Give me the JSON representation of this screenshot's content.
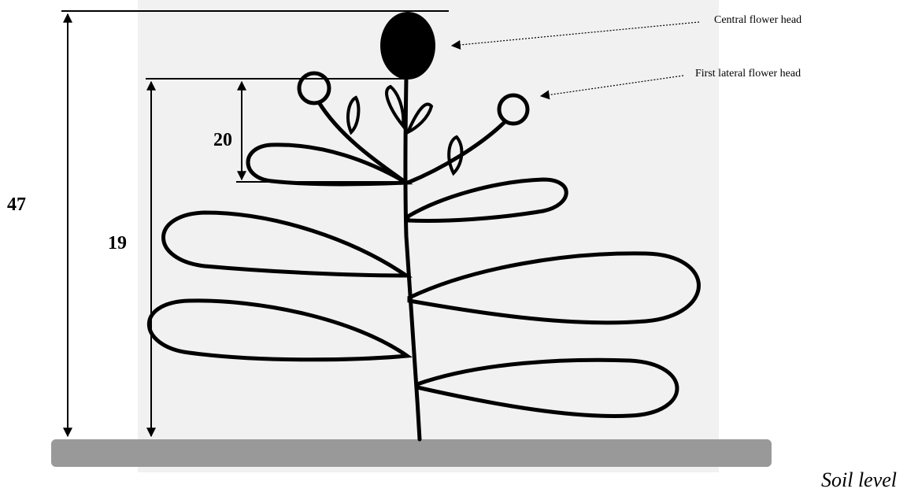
{
  "labels": {
    "central_flower_head": "Central flower head",
    "first_lateral_flower_head": "First lateral flower head",
    "soil_level": "Soil level"
  },
  "dimensions": {
    "plant_height": "47",
    "height_to_first_lateral": "19",
    "lateral_length": "20"
  },
  "colors": {
    "soil_bar": "#999999",
    "paper_background": "#f1f1f1",
    "ink": "#000000"
  }
}
